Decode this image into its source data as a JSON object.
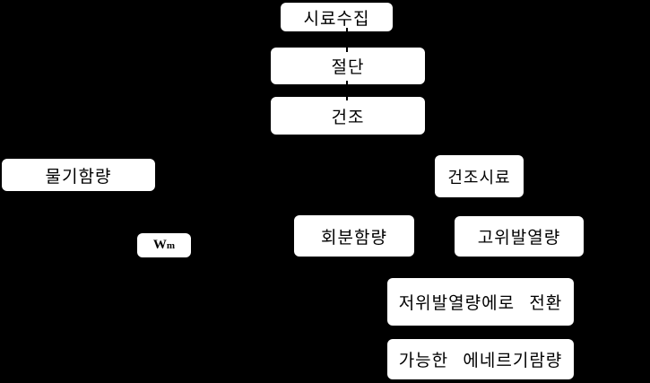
{
  "diagram": {
    "type": "flowchart",
    "background_color": "#000000",
    "node_fill_color": "#ffffff",
    "node_text_color": "#000000",
    "connector_color": "#000000",
    "nodes": {
      "sample_collection": {
        "label": "시료수집"
      },
      "cutting": {
        "label": "절단"
      },
      "drying": {
        "label": "건조"
      },
      "moisture_content": {
        "label": "물기함량"
      },
      "dried_sample": {
        "label": "건조시료"
      },
      "ash_content": {
        "label": "회분함량"
      },
      "higher_heating_value": {
        "label": "고위발열량"
      },
      "wm": {
        "symbol": "W",
        "subscript": "m"
      },
      "lower_heating_value_conversion": {
        "label": "저위발열량에로 전환"
      },
      "available_energy": {
        "label": "가능한 에네르기람량"
      }
    },
    "visible_connectors": [
      {
        "from": "sample_collection",
        "to": "cutting"
      },
      {
        "from": "cutting",
        "to": "drying"
      }
    ]
  }
}
